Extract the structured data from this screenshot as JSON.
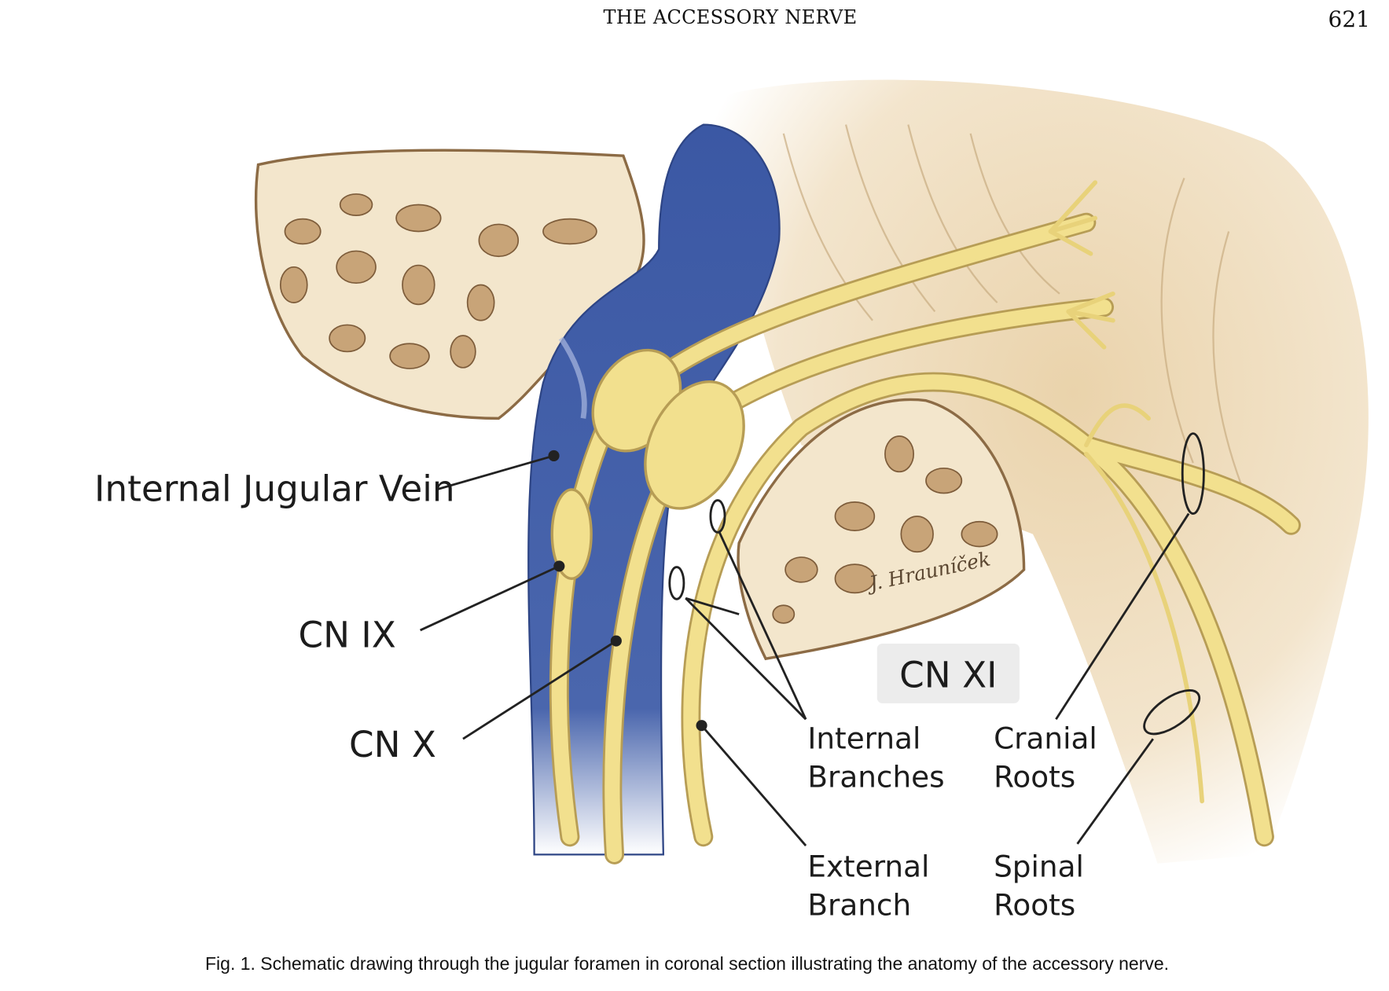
{
  "header": {
    "running_title": "THE ACCESSORY NERVE",
    "page_number": "621"
  },
  "figure": {
    "labels": {
      "internal_jugular_vein": "Internal Jugular Vein",
      "cn_ix": "CN IX",
      "cn_x": "CN X",
      "cn_xi": "CN XI",
      "internal_branches": [
        "Internal",
        "Branches"
      ],
      "cranial_roots": [
        "Cranial",
        "Roots"
      ],
      "external_branch": [
        "External",
        "Branch"
      ],
      "spinal_roots": [
        "Spinal",
        "Roots"
      ]
    },
    "signature": "J. Hrauníček",
    "colors": {
      "vein": "#3f5ca6",
      "nerve": "#f2e08e",
      "bone": "#f3e6cc",
      "brainstem": "#efdcbb"
    }
  },
  "caption": "Fig. 1. Schematic drawing through the jugular foramen in coronal section illustrating the anatomy of the accessory nerve."
}
